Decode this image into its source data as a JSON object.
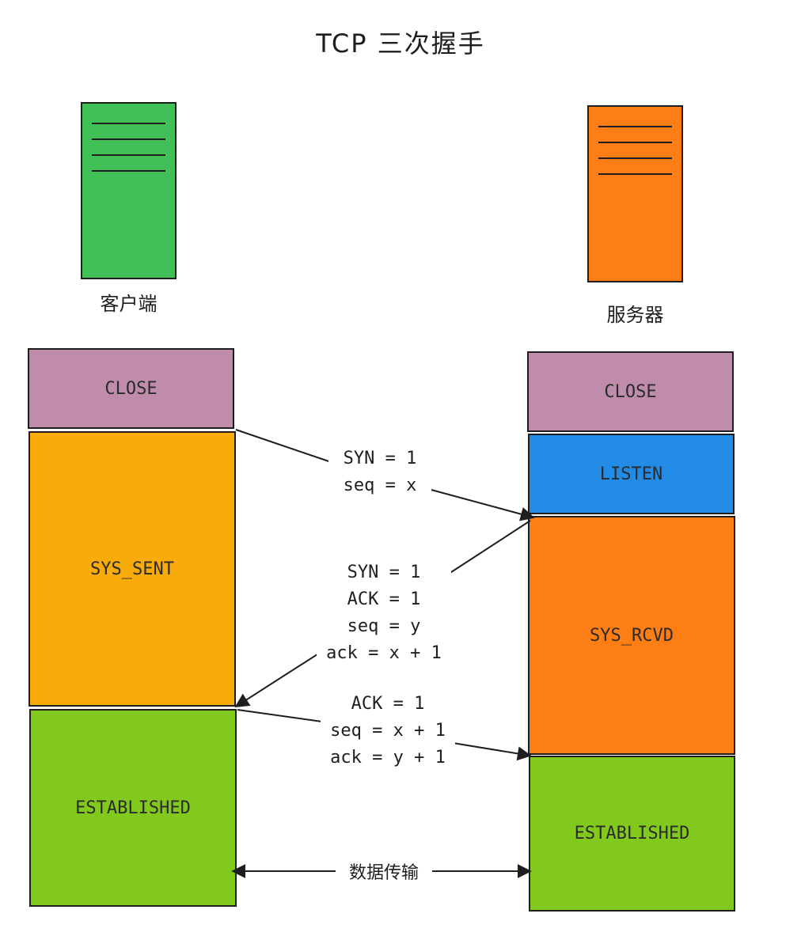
{
  "title": "TCP 三次握手",
  "client": {
    "label": "客户端",
    "color": "#40c057",
    "states": [
      {
        "label": "CLOSE",
        "color": "#c08cab"
      },
      {
        "label": "SYS_SENT",
        "color": "#f8ab0a"
      },
      {
        "label": "ESTABLISHED",
        "color": "#82c91e"
      }
    ]
  },
  "server": {
    "label": "服务器",
    "color": "#fd7e14",
    "states": [
      {
        "label": "CLOSE",
        "color": "#c08cab"
      },
      {
        "label": "LISTEN",
        "color": "#228be6"
      },
      {
        "label": "SYS_RCVD",
        "color": "#fd7e14"
      },
      {
        "label": "ESTABLISHED",
        "color": "#82c91e"
      }
    ]
  },
  "messages": [
    {
      "lines": [
        "SYN = 1",
        "seq = x"
      ]
    },
    {
      "lines": [
        "SYN = 1",
        "ACK = 1",
        "seq = y",
        "ack = x + 1"
      ]
    },
    {
      "lines": [
        "ACK = 1",
        "seq = x + 1",
        "ack = y + 1"
      ]
    }
  ],
  "data_transfer": "数据传输"
}
